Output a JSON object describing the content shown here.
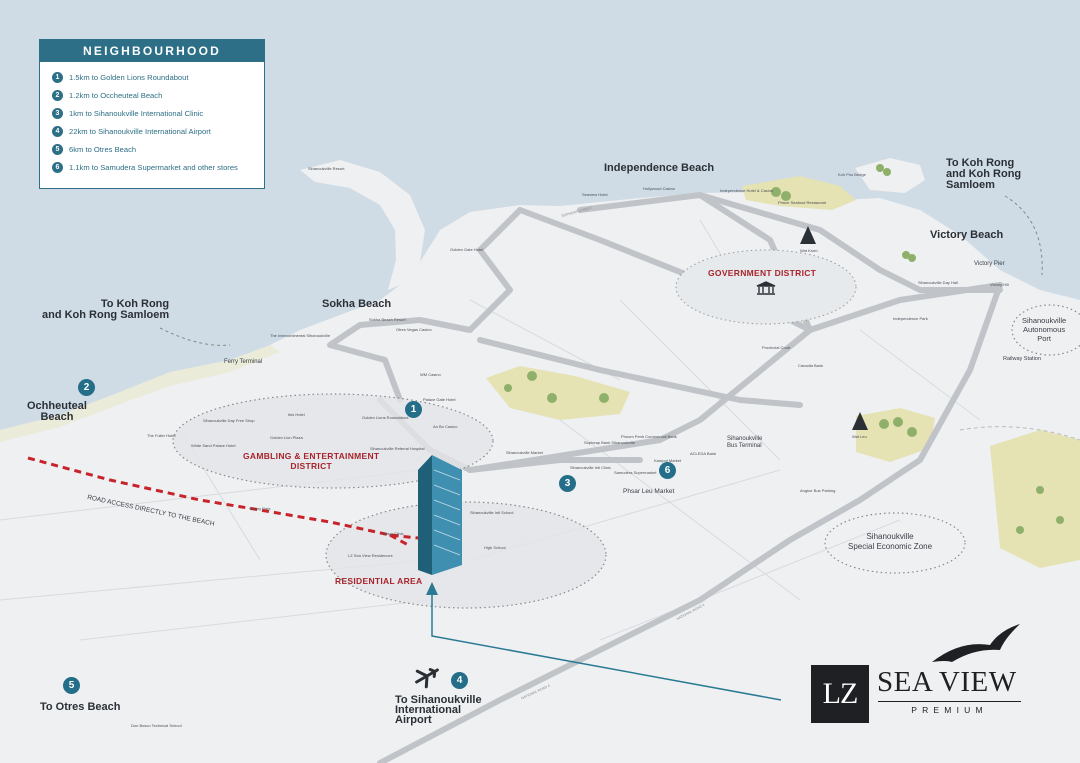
{
  "legend": {
    "title": "NEIGHBOURHOOD",
    "items": [
      {
        "num": "1",
        "text": "1.5km to Golden Lions Roundabout"
      },
      {
        "num": "2",
        "text": "1.2km to Occheuteal Beach"
      },
      {
        "num": "3",
        "text": "1km to Sihanoukville International Clinic"
      },
      {
        "num": "4",
        "text": "22km to Sihanoukville International Airport"
      },
      {
        "num": "5",
        "text": "6km to Otres Beach"
      },
      {
        "num": "6",
        "text": "1.1km to Samudera Supermarket and other stores"
      }
    ]
  },
  "places": {
    "independence_beach": "Independence Beach",
    "koh_rong_right_1": "To Koh Rong",
    "koh_rong_right_2": "and Koh Rong",
    "koh_rong_right_3": "Samloem",
    "victory_beach": "Victory Beach",
    "victory_pier": "Victory Pier",
    "koh_rong_left_1": "To Koh Rong",
    "koh_rong_left_2": "and Koh Rong Samloem",
    "sokha_beach": "Sokha Beach",
    "ferry_terminal": "Ferry Terminal",
    "occheuteal_1": "Ochheuteal",
    "occheuteal_2": "Beach",
    "autonomous_1": "Sihanoukville",
    "autonomous_2": "Autonomous",
    "autonomous_3": "Port",
    "railway_station": "Railway Station",
    "phsar_leu": "Phsar Leu Market",
    "bus_terminal_1": "Sihanoukville",
    "bus_terminal_2": "Bus Terminal",
    "sez_1": "Sihanoukville",
    "sez_2": "Special Economic Zone",
    "airport_1": "To Sihanoukville",
    "airport_2": "International",
    "airport_3": "Airport",
    "otres": "To Otres Beach",
    "road_access": "ROAD ACCESS DIRECTLY TO THE BEACH",
    "road_1": "SOPHEAP STREET",
    "road_2": "NATIONAL ROAD 4",
    "road_3": "NATIONAL ROAD 4"
  },
  "districts": {
    "government": "GOVERNMENT DISTRICT",
    "gambling_1": "GAMBLING & ENTERTAINMENT",
    "gambling_2": "DISTRICT",
    "residential": "RESIDENTIAL AREA"
  },
  "tiny": {
    "t1": "Sihanoukville Day Free Shop",
    "t2": "White Sand Palace Hotel",
    "t3": "Golden Lion Plaza",
    "t4": "Ibis Hotel",
    "t5": "Golden Lions Roundabout",
    "t6": "An Bo Casino",
    "t7": "Sihanoukville Referral Hospital",
    "t8": "Sopheap Bank Sihanoukville",
    "t9": "Sihanoukville Intl Clinic",
    "t10": "Samudera Supermarket",
    "t11": "Phnom Penh Commercial Bank",
    "t12": "LZ Sea View Residences",
    "t13": "Mayo Clinic",
    "t14": "Victory Park",
    "t15": "Don Bosco Technical School",
    "t16": "The Intercontinental Sihanoukville",
    "t17": "Sokha Beach Resort",
    "t18": "Otres Vegas Casino",
    "t19": "WM Casino",
    "t20": "Independence Hotel & Casino",
    "t21": "Prince Seafood Restaurant",
    "t22": "Koh Pos Bridge",
    "t23": "Hollywood Casino",
    "t24": "Seaview Hotel",
    "t25": "Sihanoukville Intl School",
    "t26": "High School",
    "t27": "Sihanoukville Day Hall",
    "t28": "Provincial Court",
    "t29": "Angkor Bus Parking",
    "t30": "Wat Krom",
    "t31": "Wat Leu",
    "t32": "Kampot Market",
    "t33": "The Fuller Hotel",
    "t34": "Sihanoukville Market",
    "t35": "ACLEDA Bank",
    "t36": "Canadia Bank",
    "t37": "Golden Gate Hotel",
    "t38": "Victory Hill",
    "t39": "Palace Gate Hotel",
    "t40": "Sihanoukville Resort",
    "t41": "Independence Park"
  },
  "markers": [
    "1",
    "2",
    "3",
    "4",
    "5",
    "6"
  ],
  "logo": {
    "mark": "LZ",
    "name": "SEA VIEW",
    "tagline": "PREMIUM"
  },
  "colors": {
    "sea": "#cfdbe5",
    "land": "#eef0f2",
    "road": "#b8bcc1",
    "accent": "#256e8a",
    "district": "#a8232a",
    "tree": "#8fb06a",
    "sand": "#e7e3b9"
  }
}
